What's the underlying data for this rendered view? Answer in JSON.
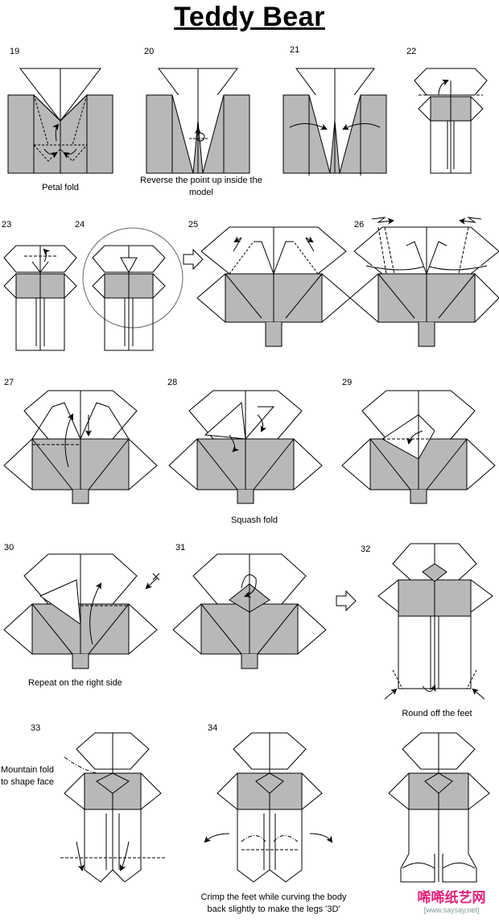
{
  "title": "Teddy Bear",
  "steps": [
    "19",
    "20",
    "21",
    "22",
    "23",
    "24",
    "25",
    "26",
    "27",
    "28",
    "29",
    "30",
    "31",
    "32",
    "33",
    "34"
  ],
  "captions": {
    "petal": "Petal fold",
    "reverse1": "Reverse the point up inside the",
    "reverse2": "model",
    "squash": "Squash fold",
    "repeat": "Repeat on the right side",
    "round": "Round off the feet",
    "mountain1": "Mountain fold",
    "mountain2": "to shape face",
    "crimp1": "Crimp the feet while curving the body",
    "crimp2": "back slightly to make the legs '3D'"
  },
  "watermark": {
    "logo": "唏唏纸艺网",
    "url": "[www.saysay.net]"
  },
  "colors": {
    "gray": "#b8b8b8",
    "line": "#000000",
    "logo": "#e4207a"
  }
}
